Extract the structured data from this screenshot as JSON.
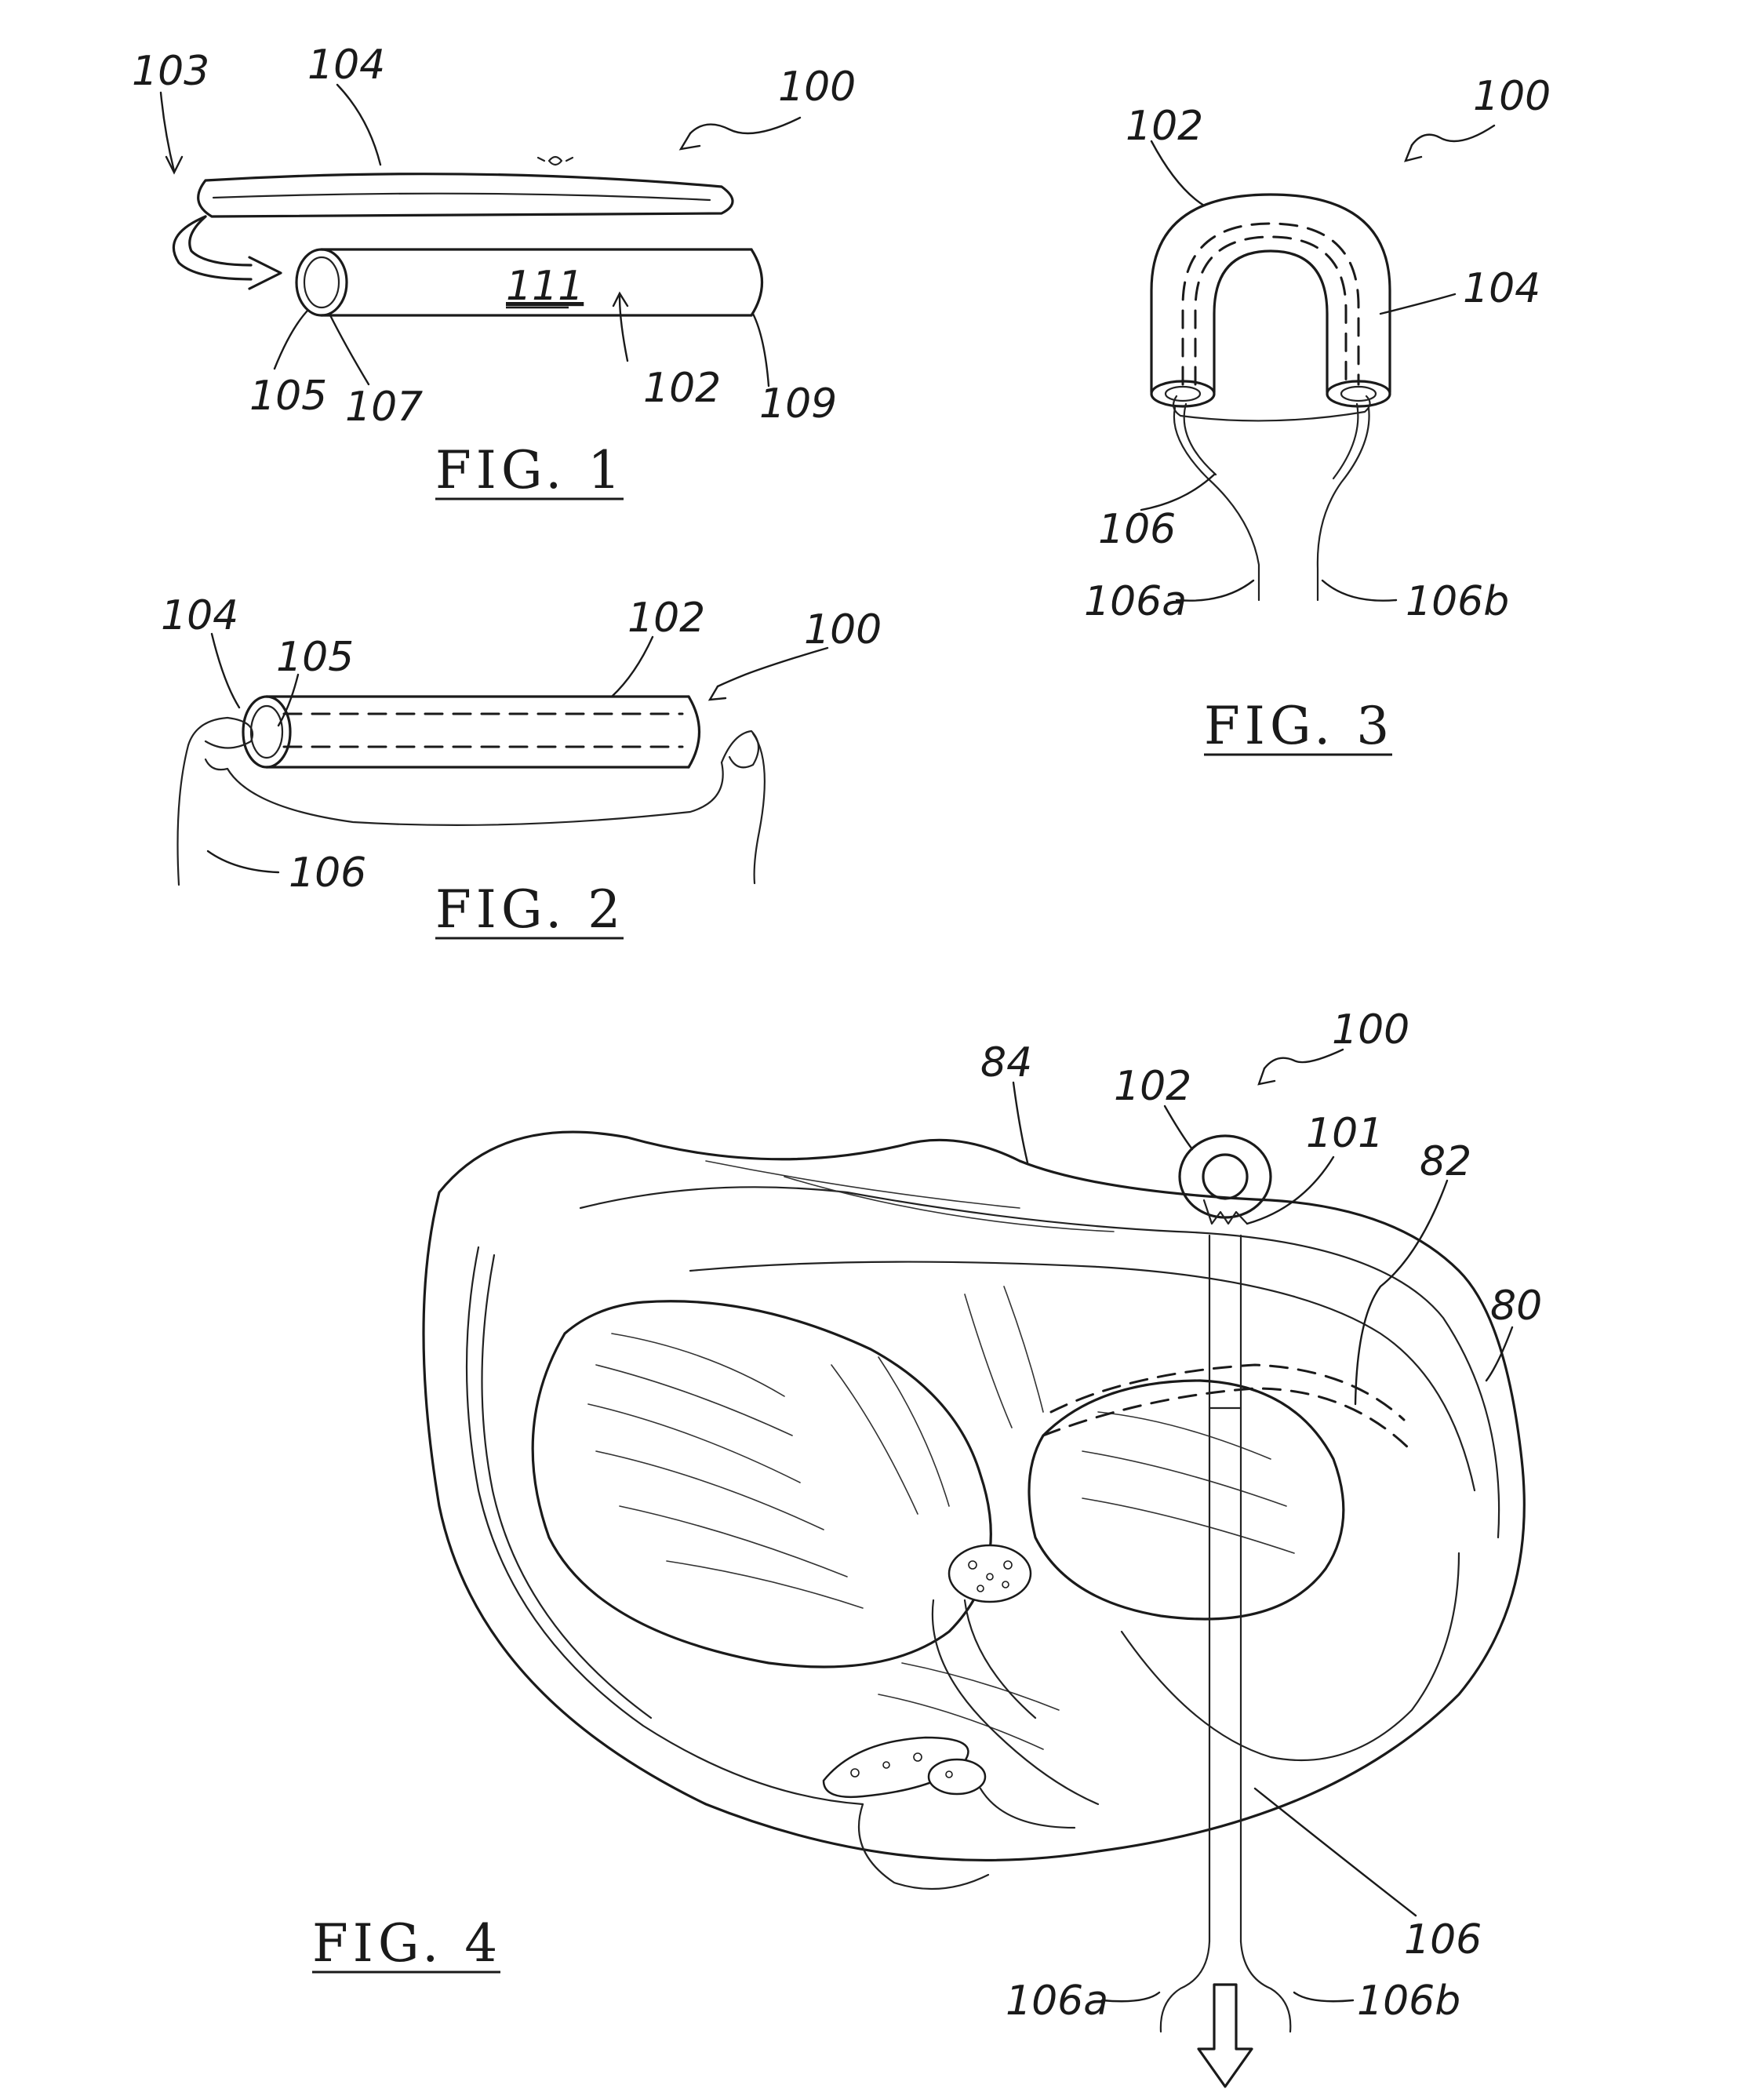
{
  "fig1": {
    "caption": "FIG. 1",
    "refs": {
      "r103": "103",
      "r104": "104",
      "r100": "100",
      "r111": "111",
      "r105": "105",
      "r107": "107",
      "r102": "102",
      "r109": "109"
    }
  },
  "fig2": {
    "caption": "FIG. 2",
    "refs": {
      "r104": "104",
      "r105": "105",
      "r102": "102",
      "r100": "100",
      "r106": "106"
    }
  },
  "fig3": {
    "caption": "FIG. 3",
    "refs": {
      "r102": "102",
      "r100": "100",
      "r104": "104",
      "r106": "106",
      "r106a": "106a",
      "r106b": "106b"
    }
  },
  "fig4": {
    "caption": "FIG. 4",
    "refs": {
      "r84": "84",
      "r102": "102",
      "r100": "100",
      "r101": "101",
      "r82": "82",
      "r80": "80",
      "r106": "106",
      "r106a": "106a",
      "r106b": "106b"
    }
  }
}
